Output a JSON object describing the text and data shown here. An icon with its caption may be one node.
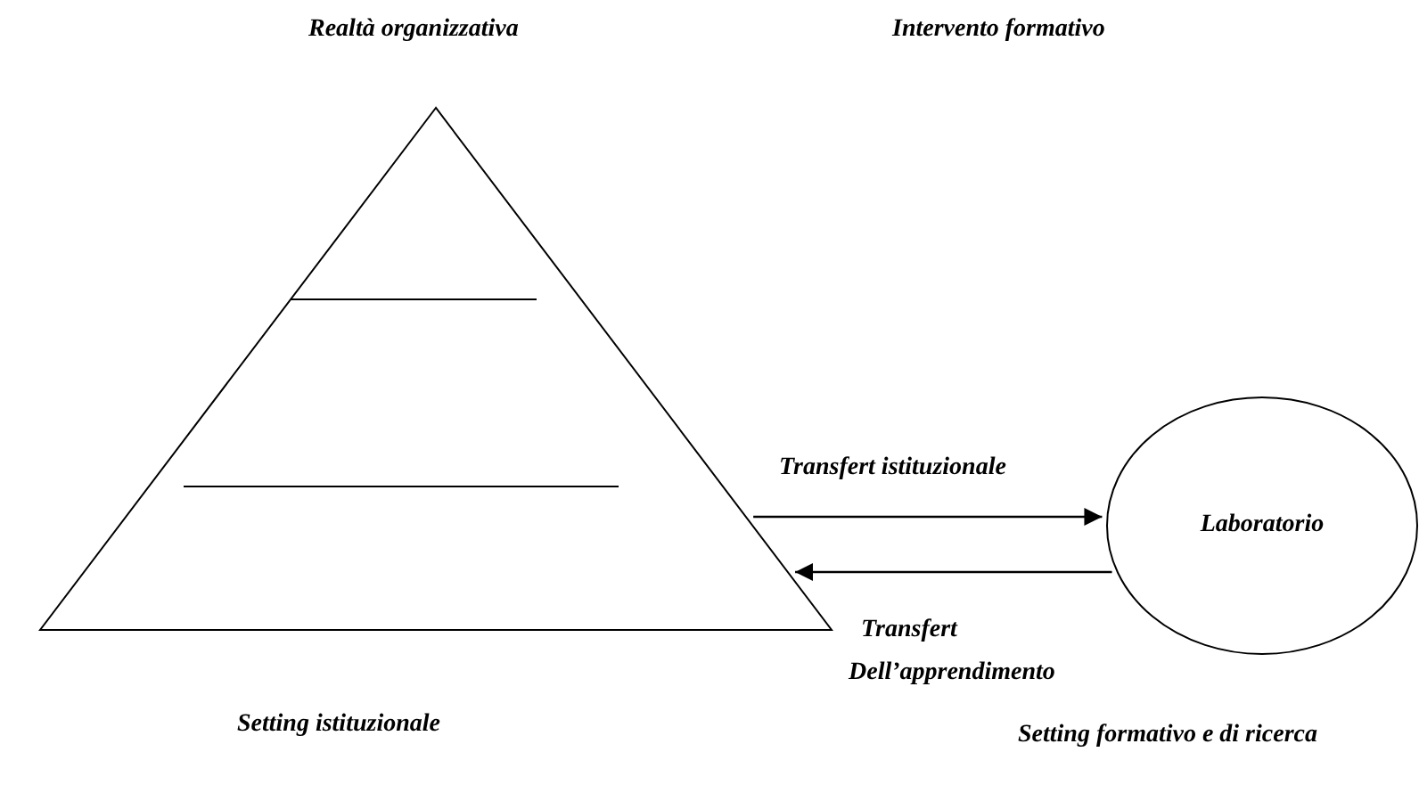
{
  "diagram": {
    "nodes": [
      {
        "text": [],
        "shape": "triangle"
      },
      {
        "text": [
          "Laboratorio"
        ]
      }
    ],
    "edges": [
      {
        "from": 0,
        "to": 1,
        "arrow": "to",
        "label": "Transfert istituzionale"
      },
      {
        "from": 1,
        "to": 0,
        "arrow": "to",
        "label": "Transfert Dell’apprendimento"
      }
    ],
    "labels": [
      "Realtà organizzativa",
      "Intervento formativo",
      "Setting istituzionale",
      "Setting formativo e di ricerca"
    ]
  }
}
